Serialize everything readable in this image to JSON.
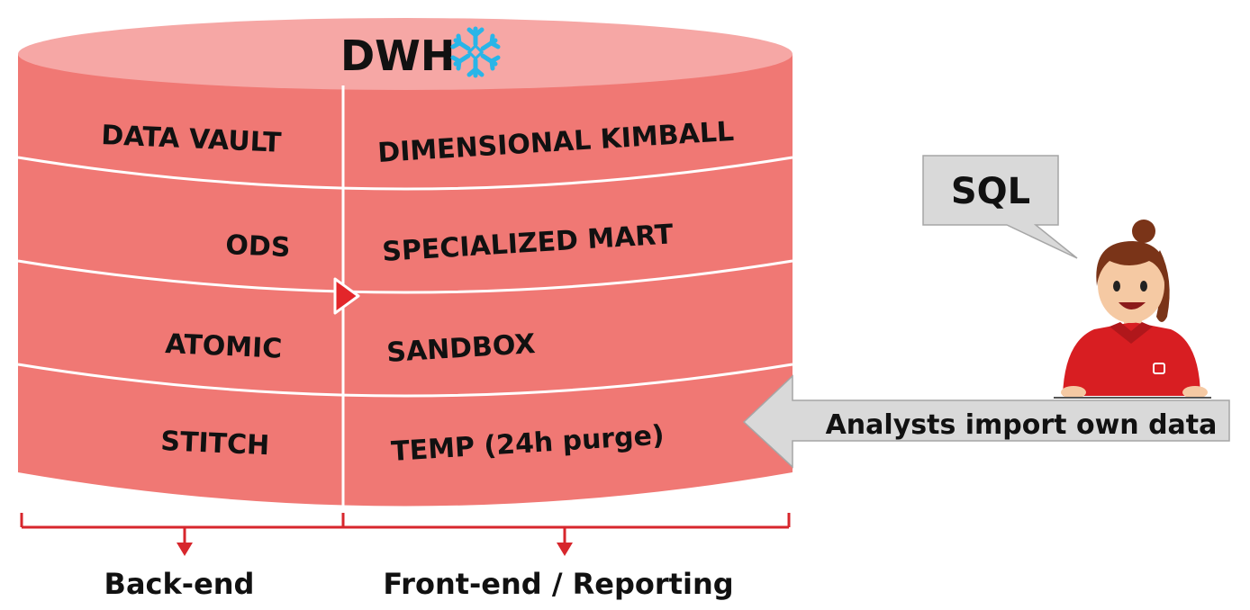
{
  "database": {
    "title": "DWH",
    "logo_icon": "snowflake-icon",
    "fill_color": "#f07874",
    "top_color": "#f6a7a5",
    "logo_color": "#29b5e8"
  },
  "layers": {
    "left": [
      "DATA VAULT",
      "ODS",
      "ATOMIC",
      "STITCH"
    ],
    "right": [
      "DIMENSIONAL KIMBALL",
      "SPECIALIZED MART",
      "SANDBOX",
      "TEMP (24h purge)"
    ]
  },
  "bottom": {
    "backend_label": "Back-end",
    "frontend_label": "Front-end / Reporting",
    "bracket_color": "#d7262c"
  },
  "analyst": {
    "speech": "SQL",
    "import_label": "Analysts import own data",
    "callout_color": "#d9d9d9",
    "icon": "analyst-woman-icon"
  }
}
